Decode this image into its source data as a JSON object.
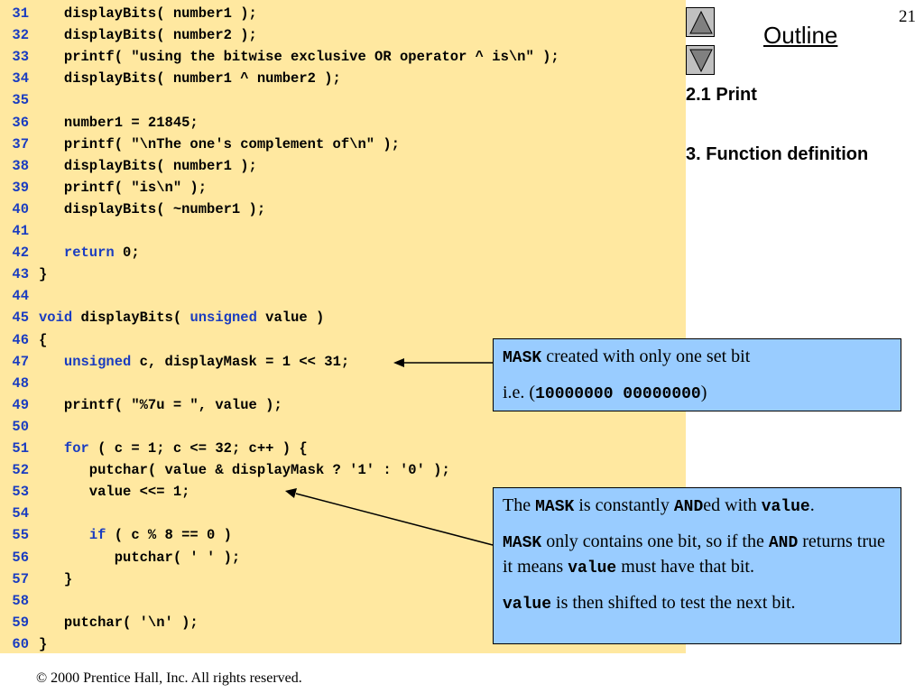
{
  "outline": {
    "title": "Outline",
    "page_number": "21",
    "items": [
      "2.1 Print",
      "3. Function definition"
    ]
  },
  "code_lines": [
    {
      "n": "31",
      "parts": [
        {
          "t": "   displayBits( number1 );"
        }
      ]
    },
    {
      "n": "32",
      "parts": [
        {
          "t": "   displayBits( number2 );"
        }
      ]
    },
    {
      "n": "33",
      "parts": [
        {
          "t": "   printf( \"using the bitwise exclusive OR operator ^ is\\n\" );"
        }
      ]
    },
    {
      "n": "34",
      "parts": [
        {
          "t": "   displayBits( number1 ^ number2 );"
        }
      ]
    },
    {
      "n": "35",
      "parts": [
        {
          "t": ""
        }
      ]
    },
    {
      "n": "36",
      "parts": [
        {
          "t": "   number1 = 21845;"
        }
      ]
    },
    {
      "n": "37",
      "parts": [
        {
          "t": "   printf( \"\\nThe one's complement of\\n\" );"
        }
      ]
    },
    {
      "n": "38",
      "parts": [
        {
          "t": "   displayBits( number1 );"
        }
      ]
    },
    {
      "n": "39",
      "parts": [
        {
          "t": "   printf( \"is\\n\" );"
        }
      ]
    },
    {
      "n": "40",
      "parts": [
        {
          "t": "   displayBits( ~number1 );"
        }
      ]
    },
    {
      "n": "41",
      "parts": [
        {
          "t": ""
        }
      ]
    },
    {
      "n": "42",
      "parts": [
        {
          "t": "   "
        },
        {
          "t": "return",
          "k": 1
        },
        {
          "t": " 0;"
        }
      ]
    },
    {
      "n": "43",
      "parts": [
        {
          "t": "}"
        }
      ]
    },
    {
      "n": "44",
      "parts": [
        {
          "t": ""
        }
      ]
    },
    {
      "n": "45",
      "parts": [
        {
          "t": "void",
          "k": 1
        },
        {
          "t": " displayBits( "
        },
        {
          "t": "unsigned",
          "k": 1
        },
        {
          "t": " value )"
        }
      ]
    },
    {
      "n": "46",
      "parts": [
        {
          "t": "{"
        }
      ]
    },
    {
      "n": "47",
      "parts": [
        {
          "t": "   "
        },
        {
          "t": "unsigned",
          "k": 1
        },
        {
          "t": " c, displayMask = 1 << 31;"
        }
      ]
    },
    {
      "n": "48",
      "parts": [
        {
          "t": ""
        }
      ]
    },
    {
      "n": "49",
      "parts": [
        {
          "t": "   printf( \"%7u = \", value );"
        }
      ]
    },
    {
      "n": "50",
      "parts": [
        {
          "t": ""
        }
      ]
    },
    {
      "n": "51",
      "parts": [
        {
          "t": "   "
        },
        {
          "t": "for",
          "k": 1
        },
        {
          "t": " ( c = 1; c <= 32; c++ ) {"
        }
      ]
    },
    {
      "n": "52",
      "parts": [
        {
          "t": "      putchar( value & displayMask ? '1' : '0' );"
        }
      ]
    },
    {
      "n": "53",
      "parts": [
        {
          "t": "      value <<= 1;"
        }
      ]
    },
    {
      "n": "54",
      "parts": [
        {
          "t": ""
        }
      ]
    },
    {
      "n": "55",
      "parts": [
        {
          "t": "      "
        },
        {
          "t": "if",
          "k": 1
        },
        {
          "t": " ( c % 8 == 0 )"
        }
      ]
    },
    {
      "n": "56",
      "parts": [
        {
          "t": "         putchar( ' ' );"
        }
      ]
    },
    {
      "n": "57",
      "parts": [
        {
          "t": "   }"
        }
      ]
    },
    {
      "n": "58",
      "parts": [
        {
          "t": ""
        }
      ]
    },
    {
      "n": "59",
      "parts": [
        {
          "t": "   putchar( '\\n' );"
        }
      ]
    },
    {
      "n": "60",
      "parts": [
        {
          "t": "}"
        }
      ]
    }
  ],
  "callout1": {
    "mask_word": "MASK",
    "line1_rest": " created with only one set bit",
    "line2_prefix": "i.e. (",
    "bits": "10000000 00000000",
    "line2_suffix": ")"
  },
  "callout2": {
    "p1_a": "The ",
    "p1_mask": "MASK",
    "p1_b": " is constantly ",
    "p1_and": "AND",
    "p1_c": "ed with ",
    "p1_value": "value",
    "p1_d": ".",
    "p2_mask": "MASK",
    "p2_a": " only contains one bit, so if the ",
    "p2_and": "AND",
    "p2_b": " returns true it means ",
    "p2_value": "value",
    "p2_c": " must have that bit.",
    "p3_value": "value",
    "p3_a": " is then shifted to test the next bit."
  },
  "footer": {
    "text": "© 2000 Prentice Hall, Inc.  All rights reserved."
  },
  "colors": {
    "code_background": "#ffe8a0",
    "keyword": "#1a3cc0",
    "callout_background": "#99ccff"
  },
  "icons": {
    "prev": "triangle-up-icon",
    "next": "triangle-down-icon"
  }
}
